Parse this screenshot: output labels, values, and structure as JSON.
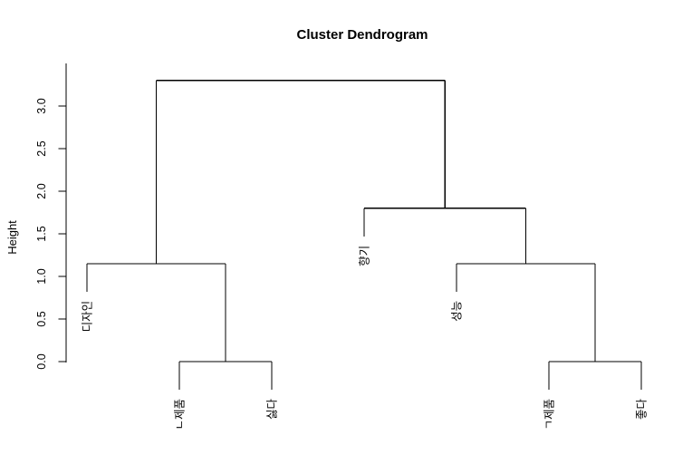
{
  "chart_data": {
    "type": "dendrogram",
    "title": "Cluster Dendrogram",
    "ylabel": "Height",
    "xlabel": "",
    "ylim": [
      0,
      3.5
    ],
    "grid": false,
    "legend": "none",
    "yticks": [
      {
        "value": 0.0,
        "label": "0.0"
      },
      {
        "value": 0.5,
        "label": "0.5"
      },
      {
        "value": 1.0,
        "label": "1.0"
      },
      {
        "value": 1.5,
        "label": "1.5"
      },
      {
        "value": 2.0,
        "label": "2.0"
      },
      {
        "value": 2.5,
        "label": "2.5"
      },
      {
        "value": 3.0,
        "label": "3.0"
      }
    ],
    "leaf_order": [
      "디자인",
      "ㄴ제품",
      "싫다",
      "향기",
      "성능",
      "ㄱ제품",
      "좋다"
    ],
    "hang": 0.33,
    "merge_heights": [
      0.0,
      0.0,
      1.15,
      1.15,
      1.8,
      3.3
    ],
    "tree": {
      "height": 3.3,
      "children": [
        {
          "height": 1.15,
          "children": [
            {
              "leaf": "디자인"
            },
            {
              "height": 0.0,
              "children": [
                {
                  "leaf": "ㄴ제품"
                },
                {
                  "leaf": "싫다"
                }
              ]
            }
          ]
        },
        {
          "height": 1.8,
          "children": [
            {
              "leaf": "향기"
            },
            {
              "height": 1.15,
              "children": [
                {
                  "leaf": "성능"
                },
                {
                  "height": 0.0,
                  "children": [
                    {
                      "leaf": "ㄱ제품"
                    },
                    {
                      "leaf": "좋다"
                    }
                  ]
                }
              ]
            }
          ]
        }
      ]
    },
    "line_color": "#000000",
    "background_color": "#ffffff"
  }
}
